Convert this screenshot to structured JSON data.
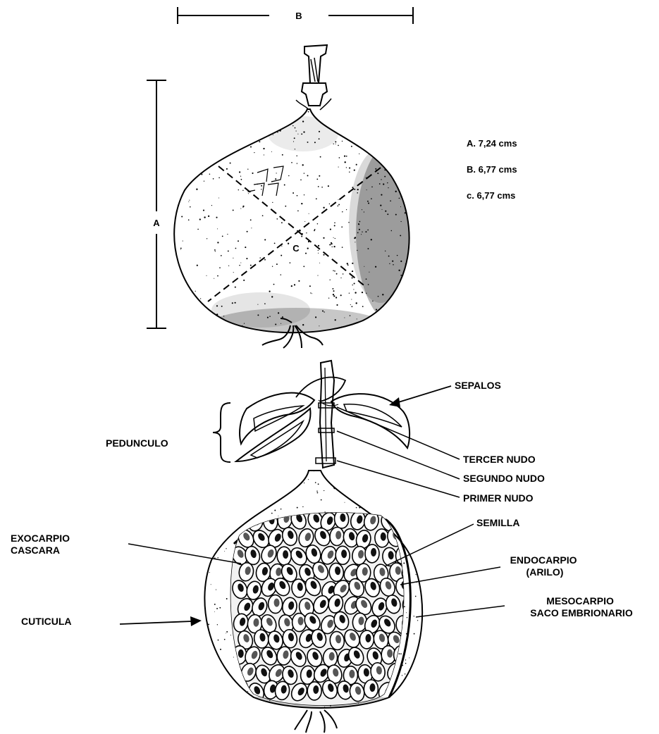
{
  "dimension_letters": {
    "a": "A",
    "b": "B",
    "c": "C"
  },
  "measurements": [
    {
      "text": "A. 7,24 cms"
    },
    {
      "text": "B. 6,77 cms"
    },
    {
      "text": "c. 6,77 cms"
    }
  ],
  "labels": {
    "sepalos": "SEPALOS",
    "pedunculo": "PEDUNCULO",
    "tercer_nudo": "TERCER NUDO",
    "segundo_nudo": "SEGUNDO NUDO",
    "primer_nudo": "PRIMER NUDO",
    "semilla": "SEMILLA",
    "exocarpio_line1": "EXOCARPIO",
    "exocarpio_line2": "CASCARA",
    "endocarpio_line1": "ENDOCARPIO",
    "endocarpio_line2": "(ARILO)",
    "mesocarpio_line1": "MESOCARPIO",
    "mesocarpio_line2": "SACO EMBRIONARIO",
    "cuticula": "CUTICULA"
  },
  "colors": {
    "ink": "#000000",
    "background": "#ffffff"
  }
}
